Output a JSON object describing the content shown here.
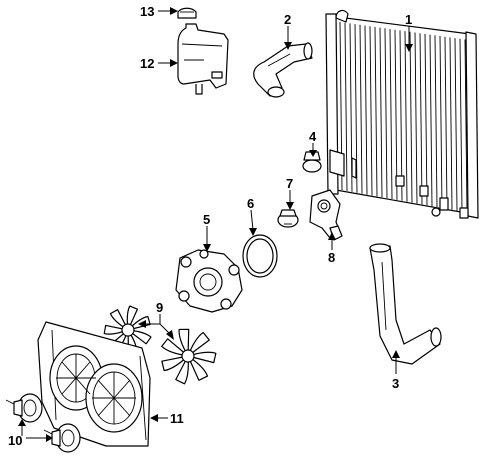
{
  "callouts": [
    {
      "id": "1",
      "part": "radiator"
    },
    {
      "id": "2",
      "part": "upper-hose"
    },
    {
      "id": "3",
      "part": "lower-hose"
    },
    {
      "id": "4",
      "part": "thermostat-cap"
    },
    {
      "id": "5",
      "part": "water-pump"
    },
    {
      "id": "6",
      "part": "gasket"
    },
    {
      "id": "7",
      "part": "thermostat"
    },
    {
      "id": "8",
      "part": "water-outlet"
    },
    {
      "id": "9",
      "part": "fan-blades"
    },
    {
      "id": "10",
      "part": "fan-motors"
    },
    {
      "id": "11",
      "part": "fan-shroud"
    },
    {
      "id": "12",
      "part": "reservoir"
    },
    {
      "id": "13",
      "part": "reservoir-cap"
    }
  ]
}
